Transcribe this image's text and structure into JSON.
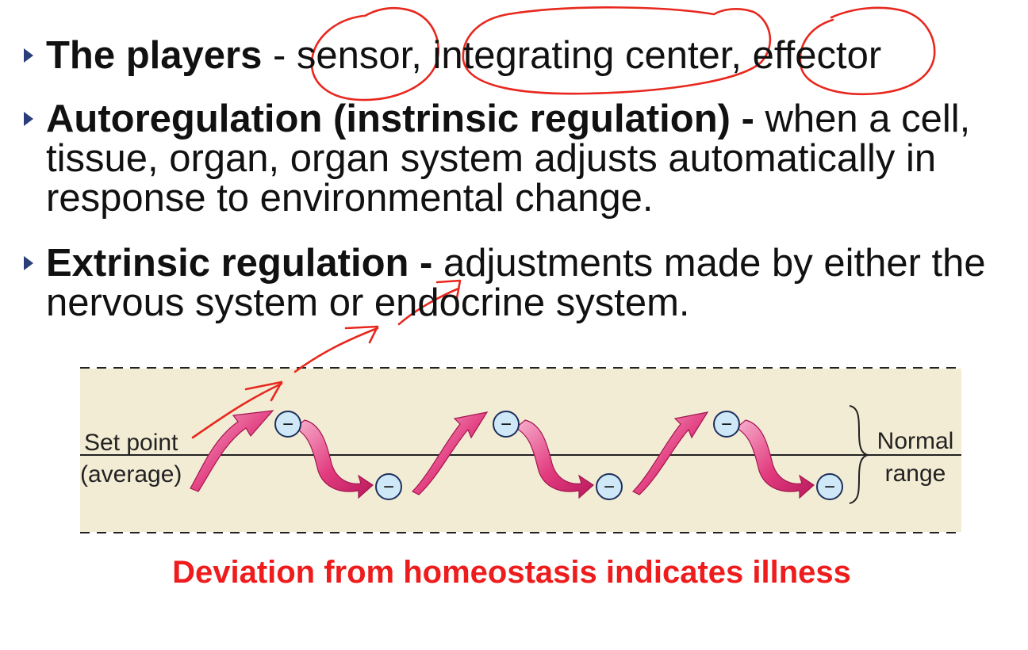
{
  "bullets": [
    {
      "term": "The players",
      "separator": " - ",
      "definition": "sensor, integrating center, effector"
    },
    {
      "term": "Autoregulation (instrinsic regulation) -",
      "separator": " ",
      "definition": "when a cell, tissue, organ, organ system adjusts automatically in response to environmental change."
    },
    {
      "term": "Extrinsic regulation -",
      "separator": " ",
      "definition": "adjustments made by either the nervous system or endocrine system."
    }
  ],
  "diagram": {
    "set_point_label": "Set point",
    "average_label": "(average)",
    "normal_label": "Normal",
    "range_label": "range",
    "feedback_symbol": "−",
    "band_color": "#f3ecd4",
    "arrow_color": "#e0457f",
    "ink_color": "#e8281e"
  },
  "caption": "Deviation from homeostasis indicates illness"
}
